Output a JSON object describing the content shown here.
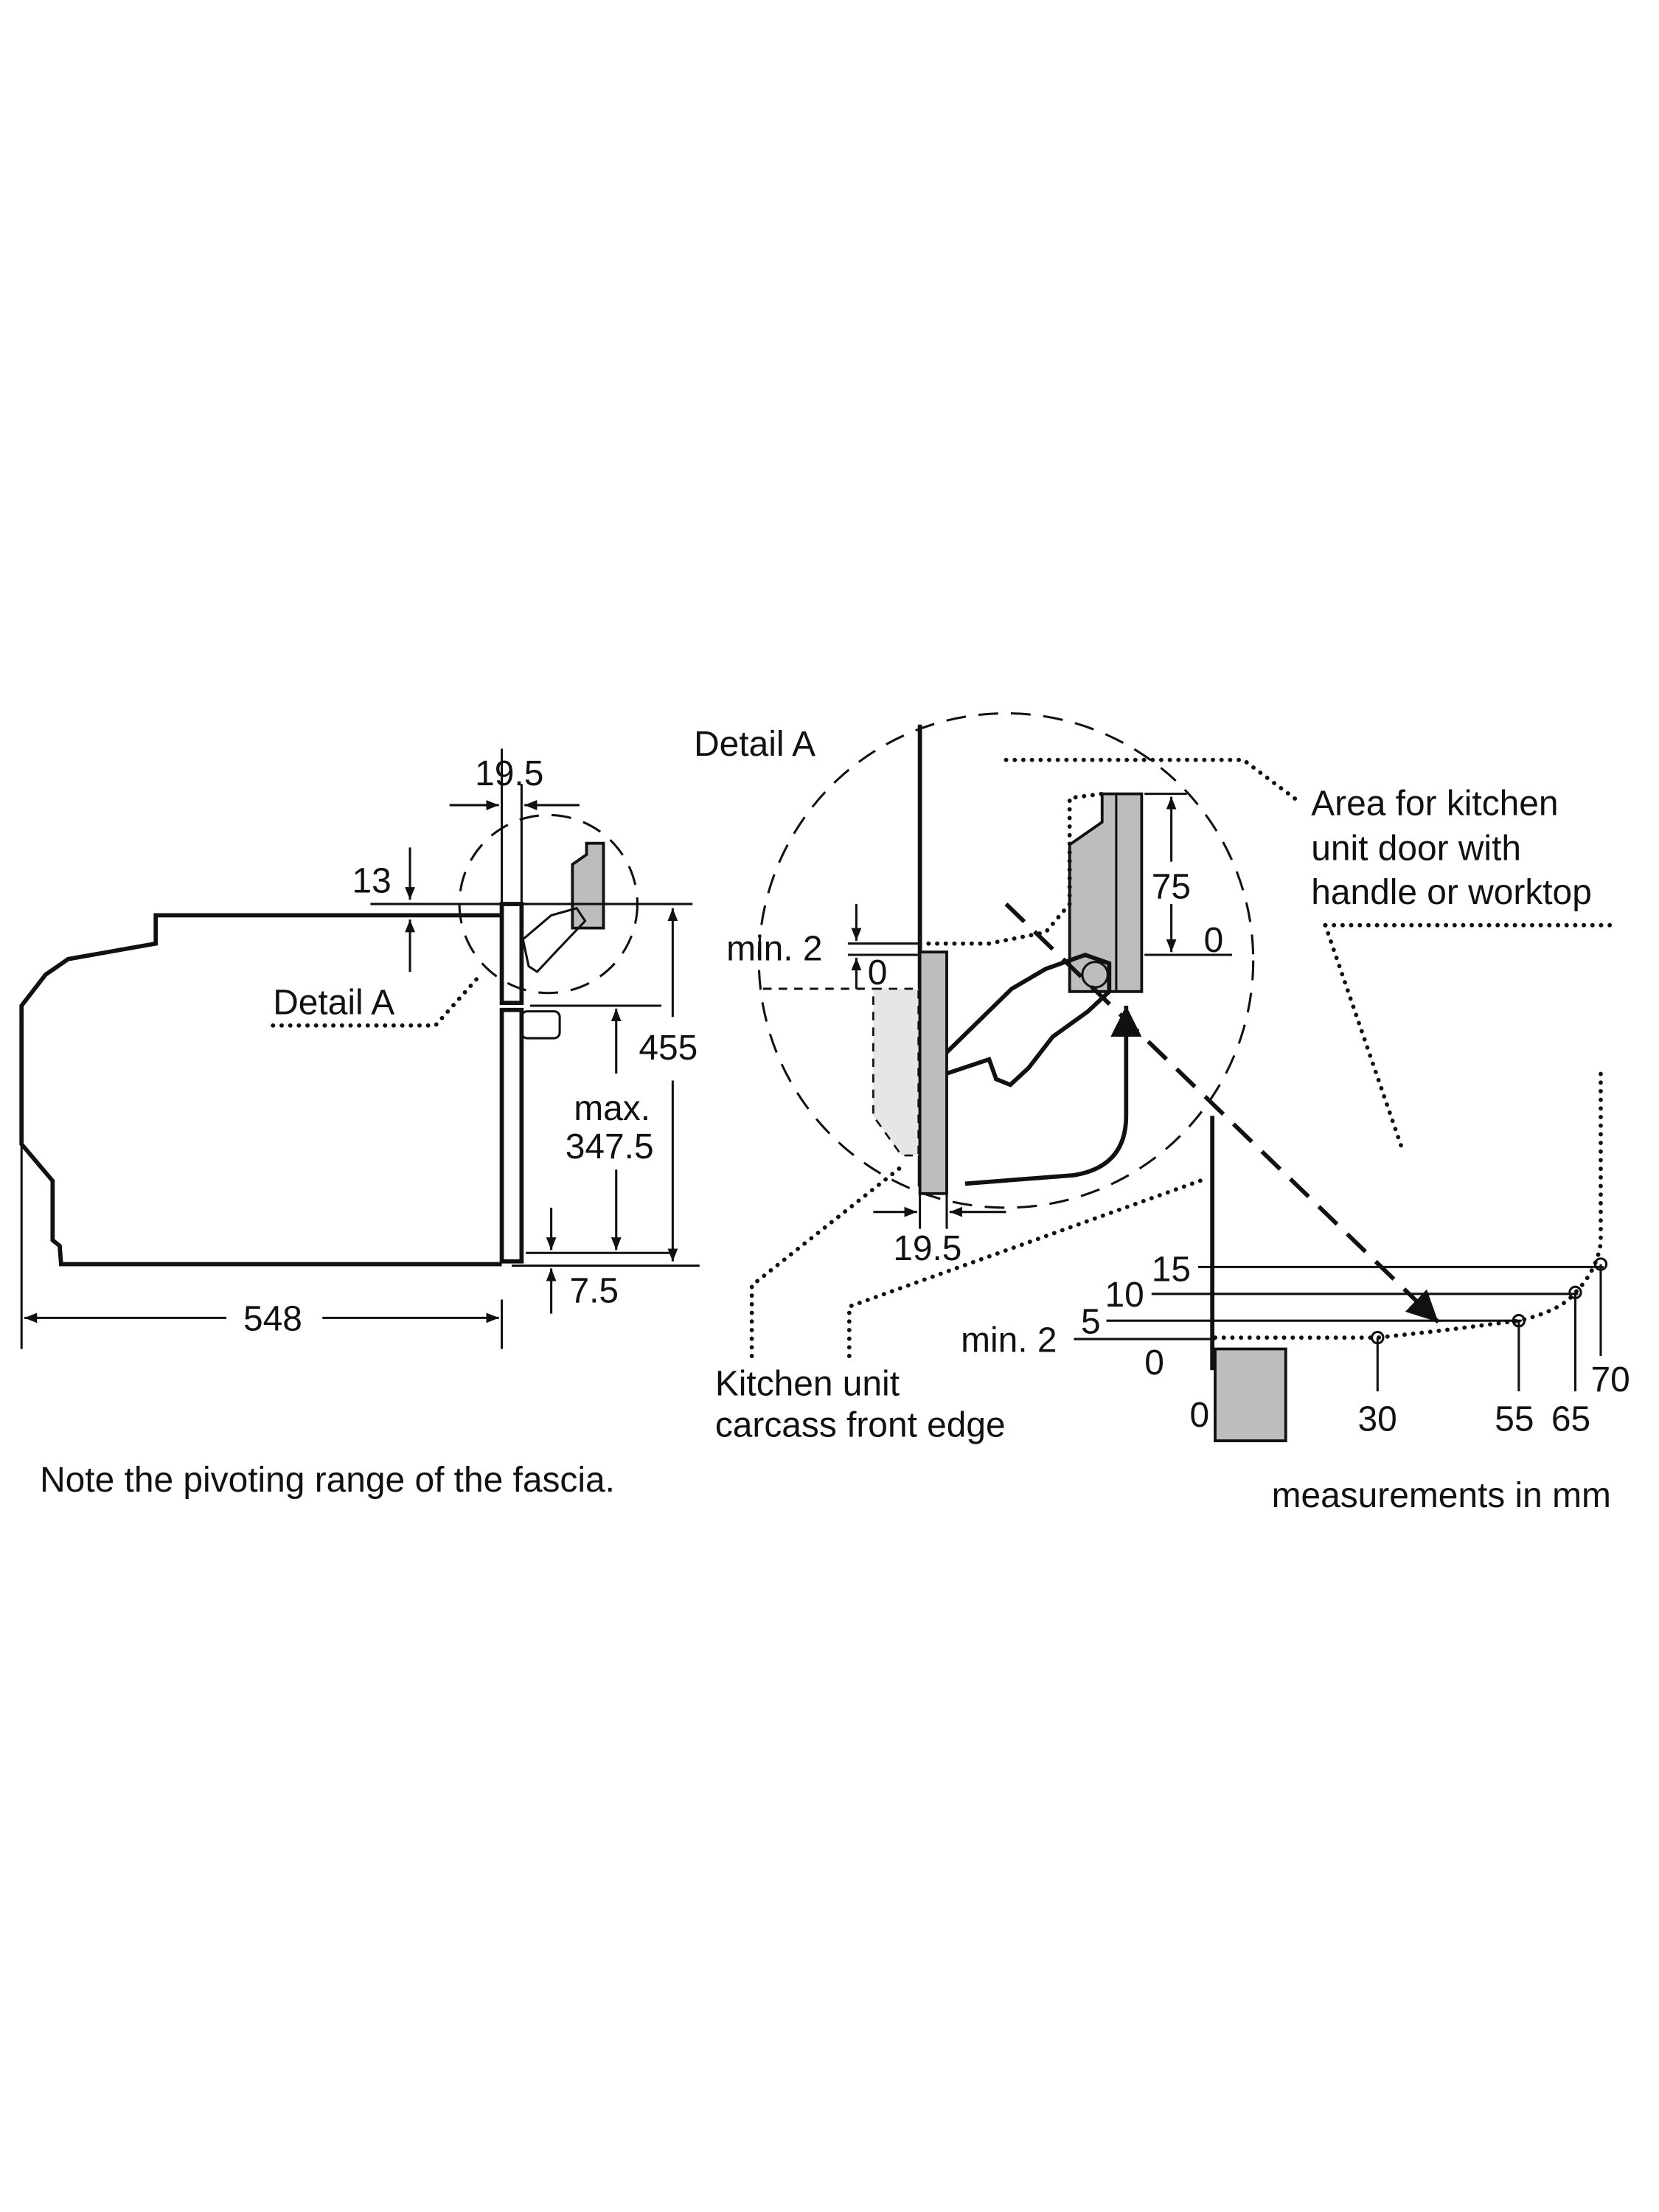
{
  "labels": {
    "detail_a_left": "Detail A",
    "detail_a_title": "Detail A",
    "dim_19_5_top": "19.5",
    "dim_13": "13",
    "dim_455": "455",
    "dim_max": "max.",
    "dim_347_5": "347.5",
    "dim_7_5": "7.5",
    "dim_548": "548",
    "detail_min2": "min. 2",
    "detail_0_left": "0",
    "detail_75": "75",
    "detail_0_right": "0",
    "detail_19_5": "19.5",
    "area_line1": "Area for kitchen",
    "area_line2": "unit door with",
    "area_line3": "handle or worktop",
    "carcass_line1": "Kitchen unit",
    "carcass_line2": "carcass front edge",
    "graph_15": "15",
    "graph_10": "10",
    "graph_5": "5",
    "graph_min2": "min. 2",
    "graph_0_y": "0",
    "graph_0_x": "0",
    "graph_30": "30",
    "graph_55": "55",
    "graph_65": "65",
    "graph_70": "70",
    "note": "Note the pivoting range of the fascia.",
    "units": "measurements in mm"
  },
  "colors": {
    "line": "#111111",
    "panel": "#bdbdbd"
  }
}
